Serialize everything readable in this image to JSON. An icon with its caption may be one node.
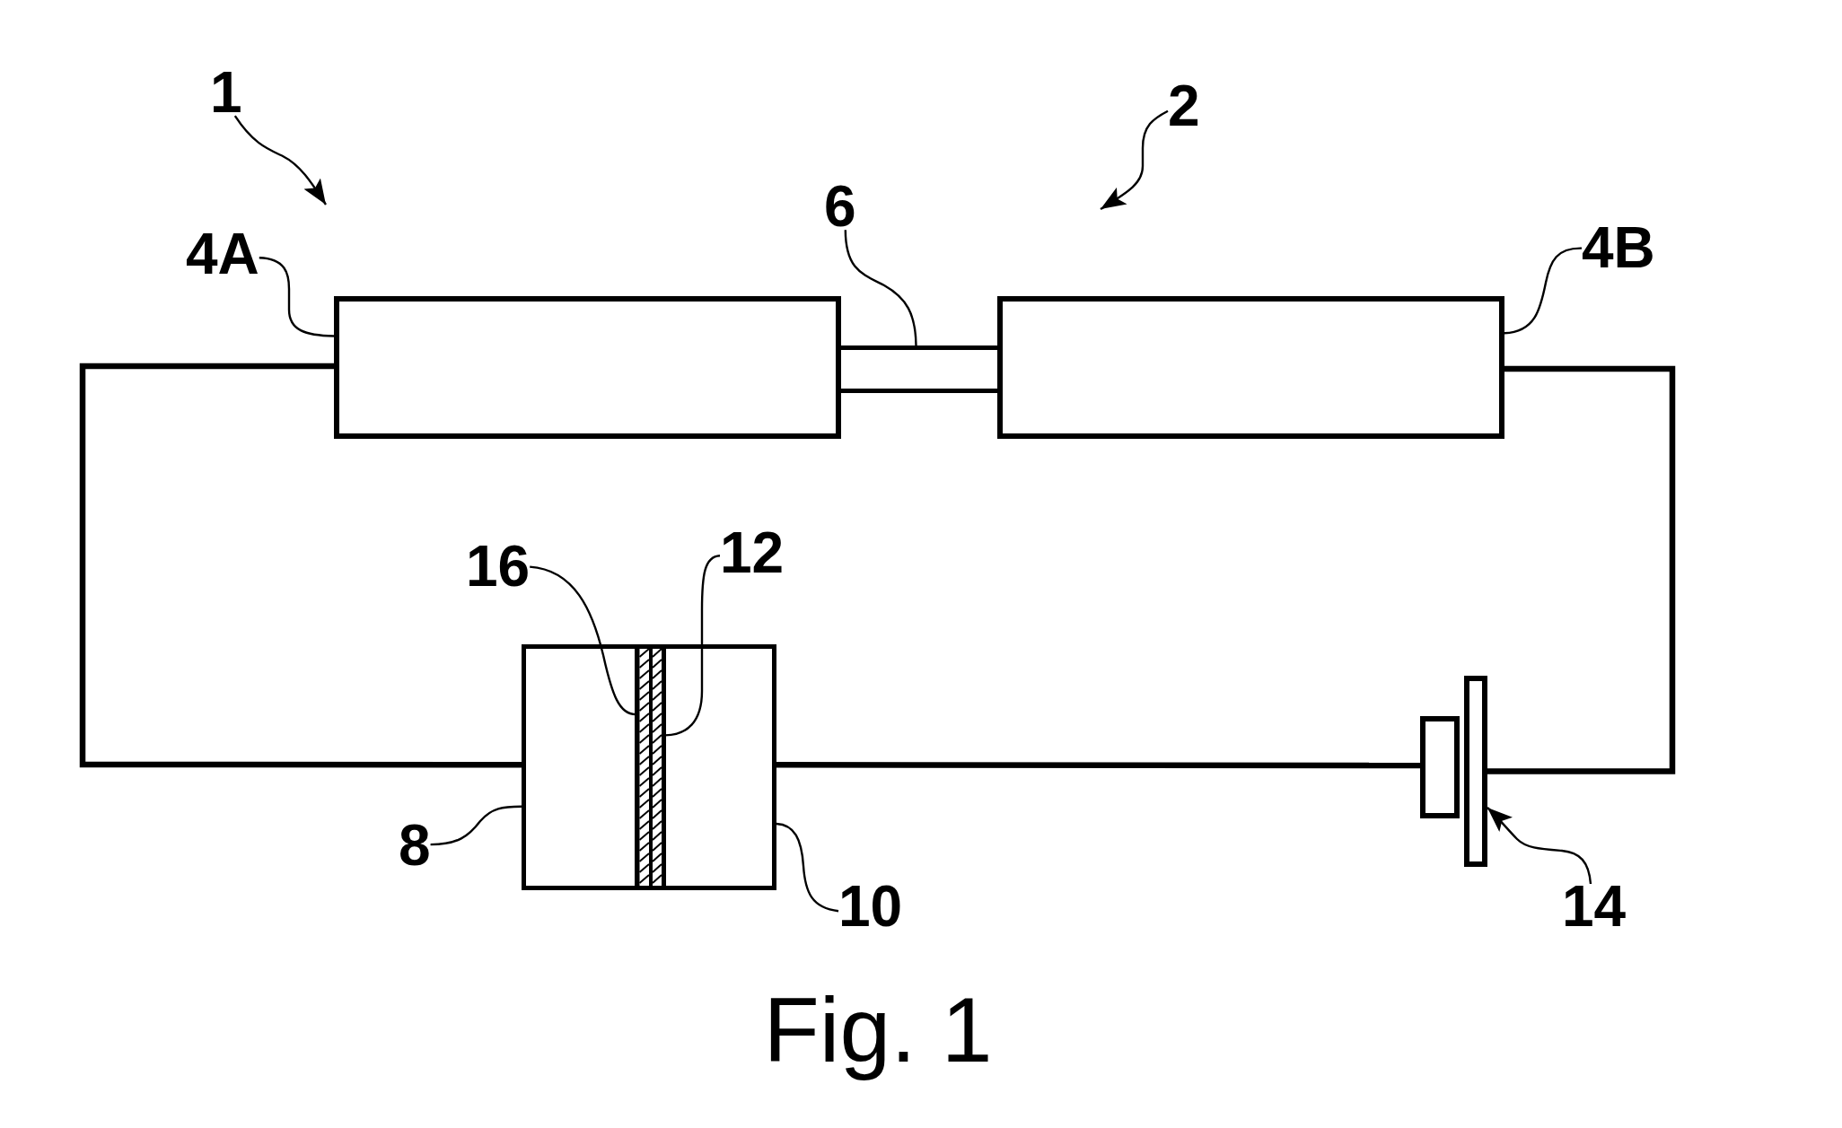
{
  "diagram": {
    "caption": "Fig. 1",
    "nodes": [
      {
        "text": [
          "1"
        ]
      },
      {
        "text": [
          "2"
        ]
      },
      {
        "text": [
          "6"
        ]
      },
      {
        "text": [
          "4A"
        ]
      },
      {
        "text": [
          "4B"
        ]
      },
      {
        "text": [],
        "shape": "box"
      },
      {
        "text": [],
        "shape": "bar"
      },
      {
        "text": [],
        "shape": "box"
      },
      {
        "text": [
          "16"
        ]
      },
      {
        "text": [
          "12"
        ]
      },
      {
        "text": [],
        "shape": "box"
      },
      {
        "text": [],
        "shape": "bar"
      },
      {
        "text": [],
        "shape": "bar"
      },
      {
        "text": [],
        "shape": "box"
      },
      {
        "text": [],
        "shape": "box"
      },
      {
        "text": [
          "8"
        ]
      },
      {
        "text": [
          "10"
        ]
      },
      {
        "text": [
          "14"
        ]
      }
    ],
    "edges": [
      {
        "from": 0,
        "to": null,
        "arrow": "to"
      },
      {
        "from": 1,
        "to": null,
        "arrow": "to"
      },
      {
        "from": 3,
        "to": 5,
        "arrow": "none"
      },
      {
        "from": 2,
        "to": 6,
        "arrow": "none"
      },
      {
        "from": 4,
        "to": 7,
        "arrow": "none"
      },
      {
        "from": 8,
        "to": 11,
        "arrow": "none"
      },
      {
        "from": 9,
        "to": 12,
        "arrow": "none"
      },
      {
        "from": 15,
        "to": 10,
        "arrow": "none"
      },
      {
        "from": 16,
        "to": 13,
        "arrow": "none"
      },
      {
        "from": 17,
        "to": 14,
        "arrow": "to"
      },
      {
        "from": 5,
        "to": 10,
        "arrow": "none",
        "style": "thick"
      },
      {
        "from": 13,
        "to": 14,
        "arrow": "none",
        "style": "thick"
      },
      {
        "from": 14,
        "to": 7,
        "arrow": "none",
        "style": "thick"
      }
    ]
  }
}
